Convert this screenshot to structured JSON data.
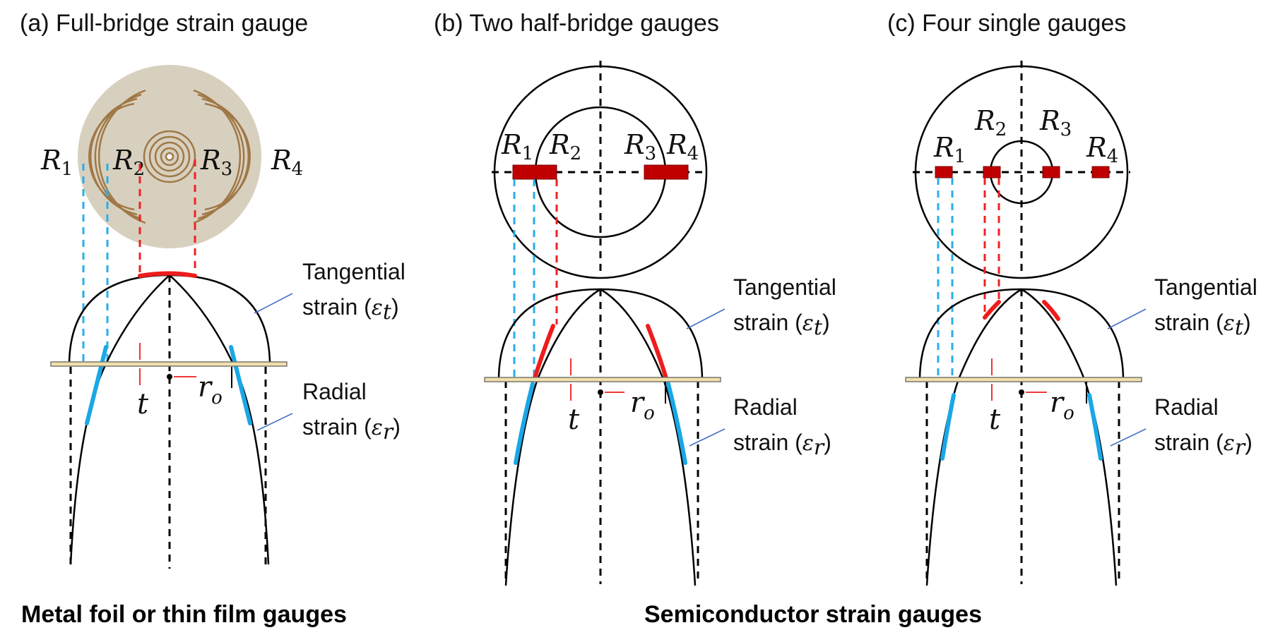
{
  "panels": [
    {
      "title": "(a) Full-bridge strain gauge",
      "gauges": [
        {
          "name": "R",
          "sub": "1"
        },
        {
          "name": "R",
          "sub": "2"
        },
        {
          "name": "R",
          "sub": "3"
        },
        {
          "name": "R",
          "sub": "4"
        }
      ],
      "tangential": {
        "line1": "Tangential",
        "line2": "strain (",
        "symbol": "ε",
        "sub": "t",
        "close": ")"
      },
      "radial": {
        "line1": "Radial",
        "line2": "strain (",
        "symbol": "ε",
        "sub": "r",
        "close": ")"
      },
      "thickness": "t",
      "radius": {
        "symbol": "r",
        "sub": "o"
      }
    },
    {
      "title": "(b) Two half-bridge gauges",
      "gauges": [
        {
          "name": "R",
          "sub": "1"
        },
        {
          "name": "R",
          "sub": "2"
        },
        {
          "name": "R",
          "sub": "3"
        },
        {
          "name": "R",
          "sub": "4"
        }
      ],
      "tangential": {
        "line1": "Tangential",
        "line2": "strain (",
        "symbol": "ε",
        "sub": "t",
        "close": ")"
      },
      "radial": {
        "line1": "Radial",
        "line2": "strain (",
        "symbol": "ε",
        "sub": "r",
        "close": ")"
      },
      "thickness": "t",
      "radius": {
        "symbol": "r",
        "sub": "o"
      }
    },
    {
      "title": "(c) Four single gauges",
      "gauges": [
        {
          "name": "R",
          "sub": "1"
        },
        {
          "name": "R",
          "sub": "2"
        },
        {
          "name": "R",
          "sub": "3"
        },
        {
          "name": "R",
          "sub": "4"
        }
      ],
      "tangential": {
        "line1": "Tangential",
        "line2": "strain (",
        "symbol": "ε",
        "sub": "t",
        "close": ")"
      },
      "radial": {
        "line1": "Radial",
        "line2": "strain (",
        "symbol": "ε",
        "sub": "r",
        "close": ")"
      },
      "thickness": "t",
      "radius": {
        "symbol": "r",
        "sub": "o"
      }
    }
  ],
  "footer": {
    "left": "Metal foil or thin film gauges",
    "right": "Semiconductor strain gauges"
  },
  "colors": {
    "radial_gauge": "#1aa7e6",
    "tangential_gauge": "#ee1c1c",
    "gauge_pad": "#c00000",
    "diaphragm": "#f2e0a8",
    "pointer": "#4472c4"
  }
}
